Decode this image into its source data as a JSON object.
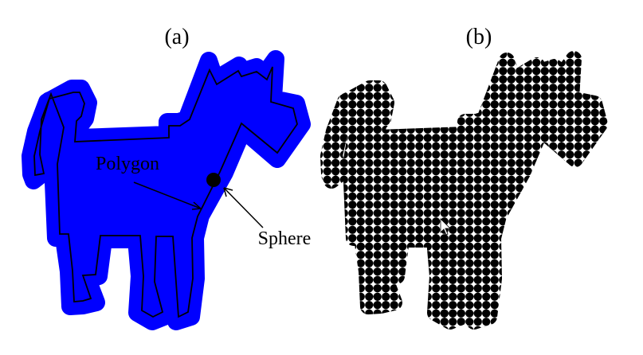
{
  "panels": {
    "a": {
      "label": "(a)",
      "polygon_label": "Polygon",
      "sphere_label": "Sphere"
    },
    "b": {
      "label": "(b)"
    }
  },
  "colors": {
    "fill": "#0000ff",
    "outline": "#000000",
    "dots": "#000000",
    "background": "#ffffff"
  }
}
